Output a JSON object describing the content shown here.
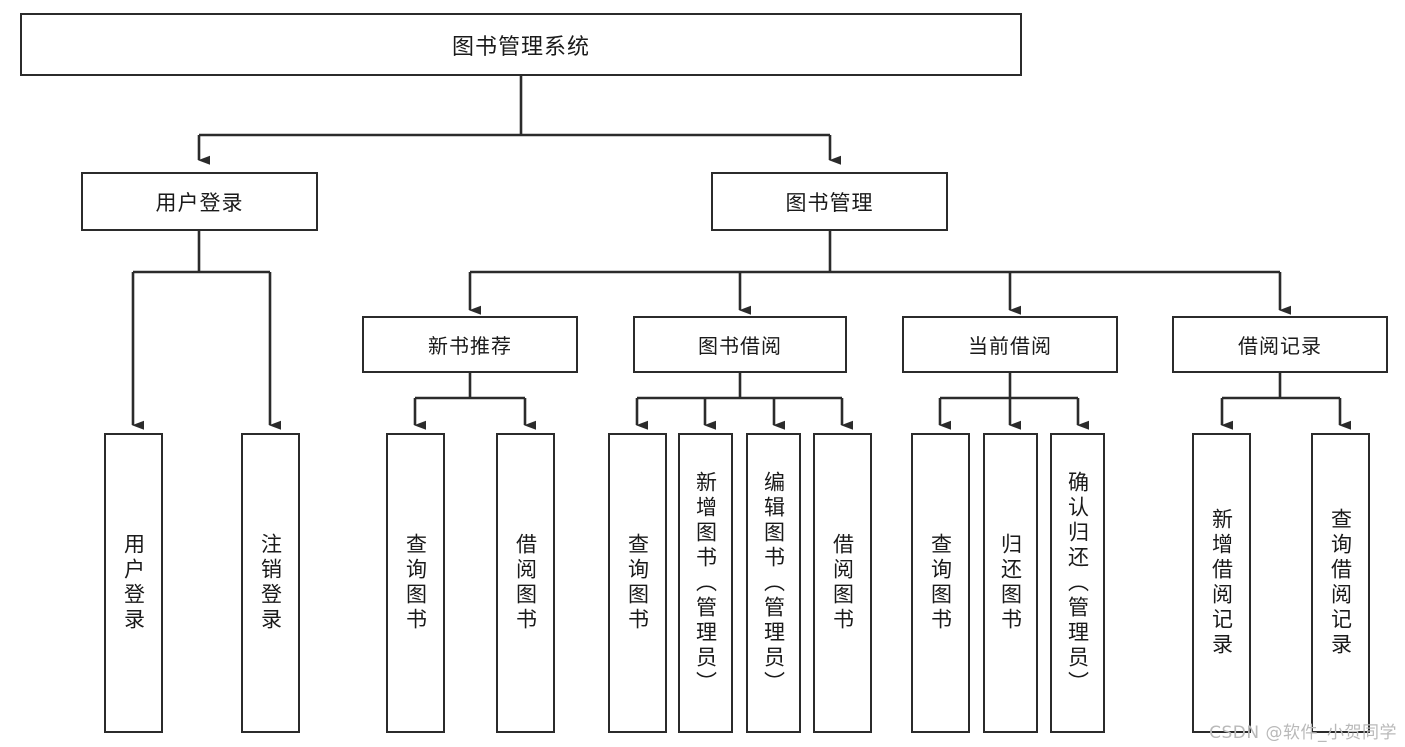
{
  "diagram": {
    "title": "图书管理系统",
    "type": "tree-hierarchy-diagram",
    "watermark": "CSDN @软件_小贺同学",
    "colors": {
      "box_border": "#2b2b2b",
      "box_fill": "#ffffff",
      "connector": "#2b2b2b",
      "text": "#1a1a1a",
      "watermark": "#b9b9b9",
      "background": "#ffffff"
    },
    "root": {
      "label": "图书管理系统"
    },
    "level2": [
      {
        "id": "user-login",
        "label": "用户登录"
      },
      {
        "id": "book-management",
        "label": "图书管理"
      }
    ],
    "level3": [
      {
        "id": "new-book-recommend",
        "label": "新书推荐"
      },
      {
        "id": "book-borrow",
        "label": "图书借阅"
      },
      {
        "id": "current-borrow",
        "label": "当前借阅"
      },
      {
        "id": "borrow-record",
        "label": "借阅记录"
      }
    ],
    "leaves": {
      "user_login": [
        {
          "id": "leaf-user-login",
          "label": "用户登录"
        },
        {
          "id": "leaf-logout-login",
          "label": "注销登录"
        }
      ],
      "new_book_recommend": [
        {
          "id": "leaf-query-book-1",
          "label": "查询图书"
        },
        {
          "id": "leaf-borrow-book-1",
          "label": "借阅图书"
        }
      ],
      "book_borrow": [
        {
          "id": "leaf-query-book-2",
          "label": "查询图书"
        },
        {
          "id": "leaf-add-book-admin",
          "label": "新增图书（管理员）"
        },
        {
          "id": "leaf-edit-book-admin",
          "label": "编辑图书（管理员）"
        },
        {
          "id": "leaf-borrow-book-2",
          "label": "借阅图书"
        }
      ],
      "current_borrow": [
        {
          "id": "leaf-query-book-3",
          "label": "查询图书"
        },
        {
          "id": "leaf-return-book",
          "label": "归还图书"
        },
        {
          "id": "leaf-confirm-return-admin",
          "label": "确认归还（管理员）"
        }
      ],
      "borrow_record": [
        {
          "id": "leaf-add-borrow-record",
          "label": "新增借阅记录"
        },
        {
          "id": "leaf-query-borrow-record",
          "label": "查询借阅记录"
        }
      ]
    }
  }
}
